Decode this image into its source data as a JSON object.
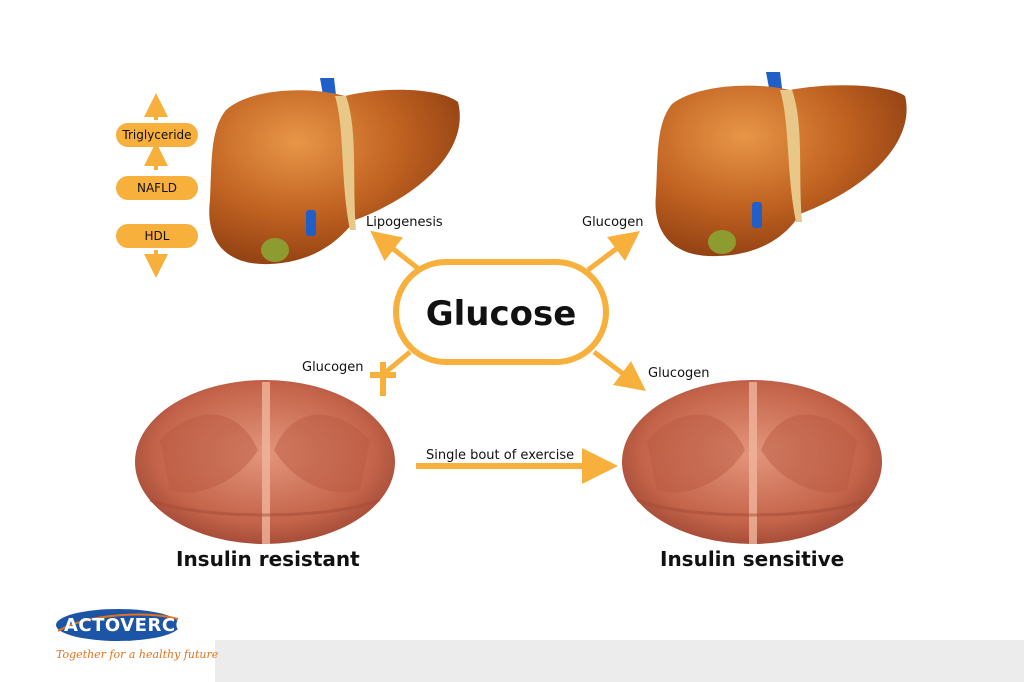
{
  "center": {
    "label": "Glucose"
  },
  "arrows": {
    "top_left": "Lipogenesis",
    "top_right": "Glucogen",
    "bottom_left": "Glucogen",
    "bottom_right": "Glucogen",
    "exercise": "Single bout of exercise"
  },
  "liver_outcomes": [
    "Triglyceride",
    "NAFLD",
    "HDL"
  ],
  "muscles": {
    "left_caption": "Insulin resistant",
    "right_caption": "Insulin sensitive"
  },
  "brand": {
    "name": "ACTOVERCO",
    "tagline": "Together for a healthy future"
  },
  "colors": {
    "accent": "#f7b03b",
    "liver": "#b9561a",
    "vessel": "#1f5fc7",
    "muscle": "#c56a50",
    "brand_blue": "#1d55a6",
    "brand_orange": "#e2731e"
  }
}
